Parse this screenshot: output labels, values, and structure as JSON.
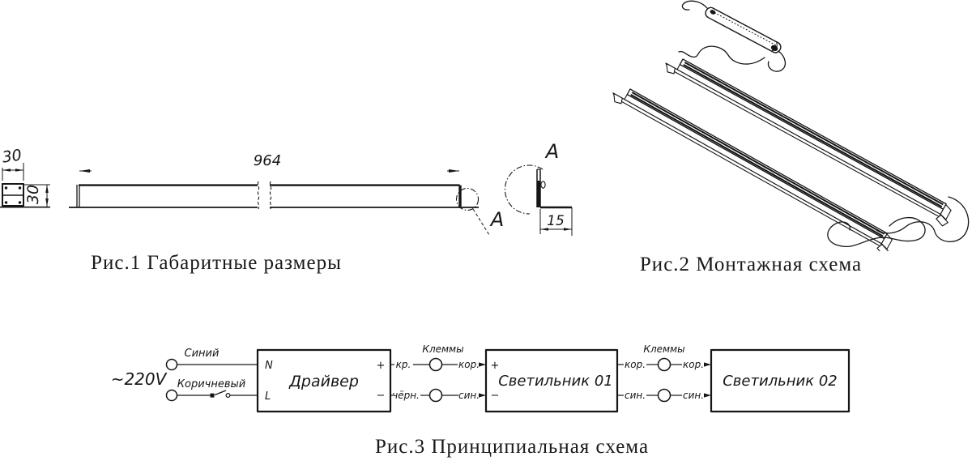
{
  "colors": {
    "ink": "#161616",
    "paper": "#ffffff"
  },
  "fig1": {
    "caption": "Рис.1 Габаритные размеры",
    "dim_width": "30",
    "dim_height": "30",
    "dim_length": "964",
    "dim_detail": "15",
    "detail_ref": "А",
    "detail_title": "А"
  },
  "fig2": {
    "caption": "Рис.2 Монтажная схема"
  },
  "fig3": {
    "caption": "Рис.3 Принципиальная схема",
    "voltage": "~220V",
    "wire_blue": "Синий",
    "wire_brown": "Коричневый",
    "terminals1": "Клеммы",
    "terminals2": "Клеммы",
    "driver": {
      "label": "Драйвер",
      "n": "N",
      "l": "L",
      "plus": "+",
      "minus": "−"
    },
    "lum1": {
      "label": "Светильник 01",
      "plus": "+",
      "minus": "−"
    },
    "lum2": {
      "label": "Светильник 02"
    },
    "w_kr": "кр.",
    "w_chern": "чёрн.",
    "w_kor1": "кор.",
    "w_sin1": "син.",
    "w_kor2": "кор.",
    "w_sin2": "син.",
    "w_kor3": "кор.",
    "w_sin3": "син."
  }
}
